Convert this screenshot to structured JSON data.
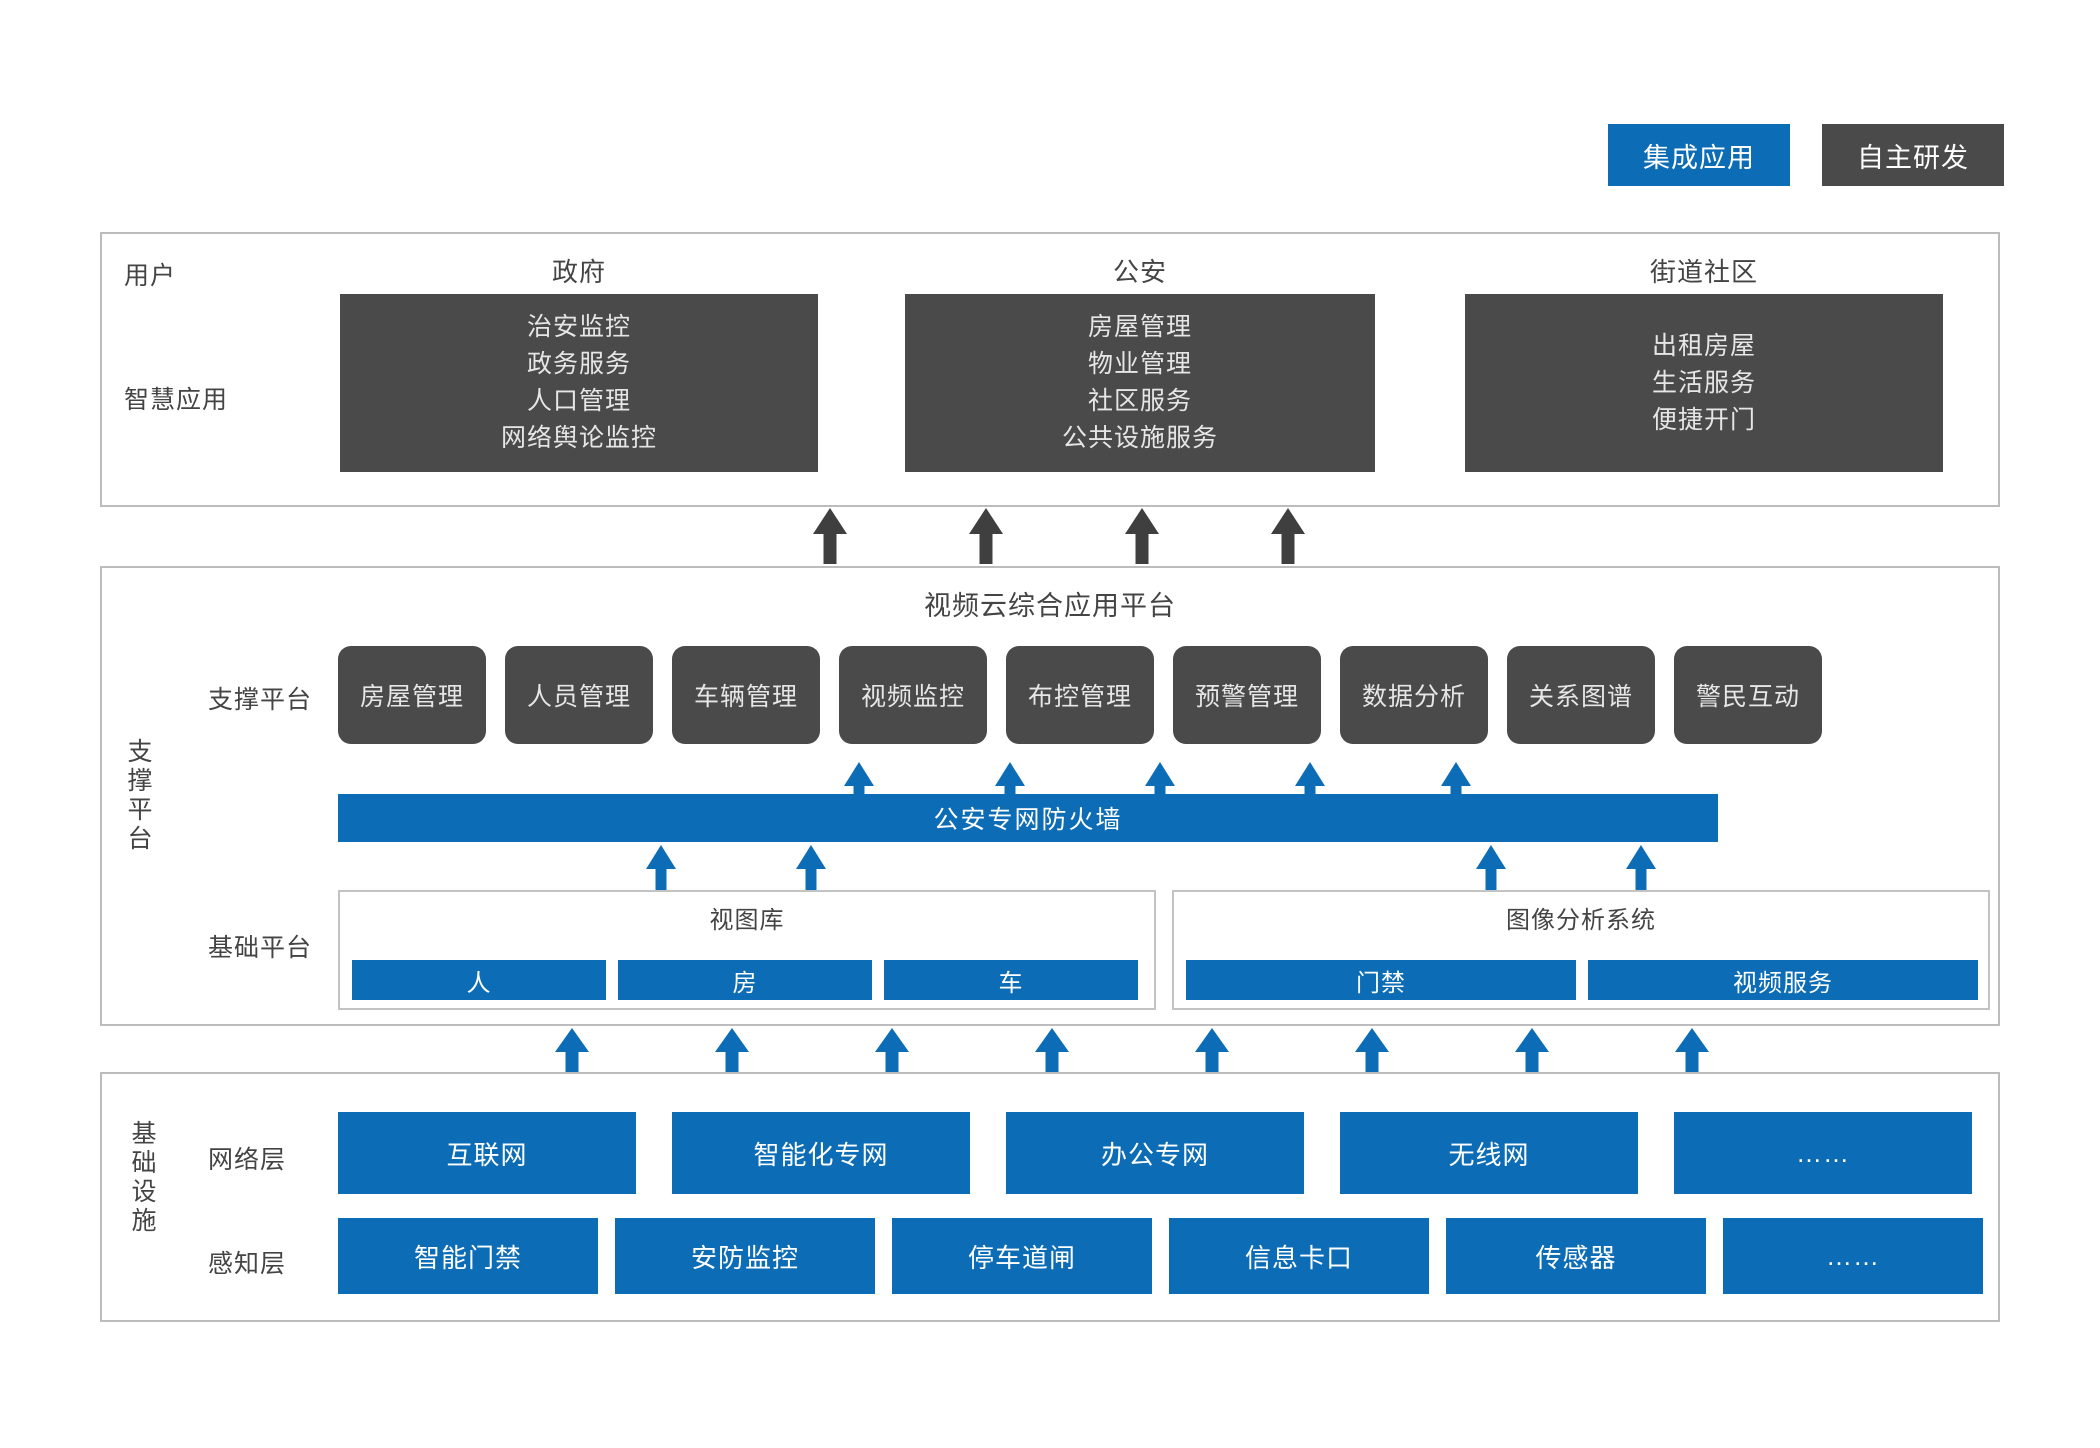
{
  "legend": {
    "items": [
      {
        "label": "集成应用",
        "color": "#0d6cb6"
      },
      {
        "label": "自主研发",
        "color": "#4a4a4a"
      }
    ]
  },
  "application_layer": {
    "row_labels": {
      "user": "用户",
      "smart_app": "智慧应用"
    },
    "columns": [
      {
        "title": "政府",
        "items": [
          "治安监控",
          "政务服务",
          "人口管理",
          "网络舆论监控"
        ]
      },
      {
        "title": "公安",
        "items": [
          "房屋管理",
          "物业管理",
          "社区服务",
          "公共设施服务"
        ]
      },
      {
        "title": "街道社区",
        "items": [
          "出租房屋",
          "生活服务",
          "便捷开门"
        ]
      }
    ]
  },
  "platform_layer": {
    "side_label": "支撑平台",
    "title": "视频云综合应用平台",
    "support_row_label": "支撑平台",
    "base_row_label": "基础平台",
    "support_cards": [
      "房屋管理",
      "人员管理",
      "车辆管理",
      "视频监控",
      "布控管理",
      "预警管理",
      "数据分析",
      "关系图谱",
      "警民互动"
    ],
    "firewall": "公安专网防火墙",
    "base_groups": [
      {
        "title": "视图库",
        "chips": [
          "人",
          "房",
          "车"
        ]
      },
      {
        "title": "图像分析系统",
        "chips": [
          "门禁",
          "视频服务"
        ]
      }
    ]
  },
  "infrastructure_layer": {
    "side_label": "基础设施",
    "network_row_label": "网络层",
    "sense_row_label": "感知层",
    "network_items": [
      "互联网",
      "智能化专网",
      "办公专网",
      "无线网",
      "……"
    ],
    "sense_items": [
      "智能门禁",
      "安防监控",
      "停车道闸",
      "信息卡口",
      "传感器",
      "……"
    ]
  },
  "colors": {
    "blue": "#0d6cb6",
    "dark_gray": "#4a4a4a",
    "border_gray": "#bcbcbc"
  }
}
